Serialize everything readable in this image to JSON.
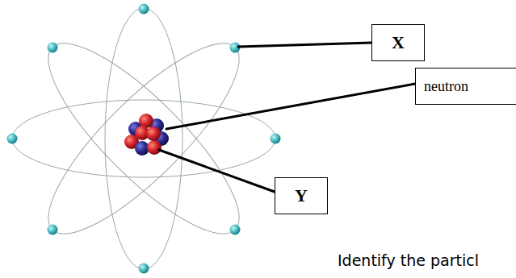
{
  "diagram": {
    "nodes": [
      {
        "text": [
          "X"
        ]
      },
      {
        "text": [
          "neutron"
        ]
      },
      {
        "text": [
          "Y"
        ]
      }
    ],
    "labels": [
      "Identify the particl"
    ]
  }
}
